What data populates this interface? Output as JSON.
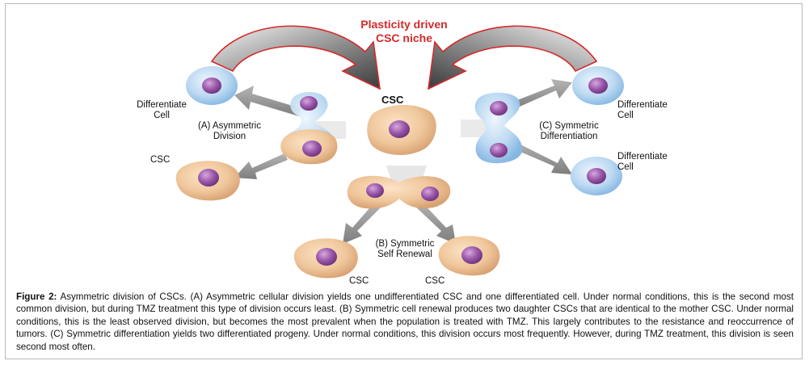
{
  "title_line1": "Plasticity driven",
  "title_line2": "CSC niche",
  "center_label": "CSC",
  "left": {
    "top_label_1": "Differentiate",
    "top_label_2": "Cell",
    "division_1": "(A) Asymmetric",
    "division_2": "Division",
    "bottom_label": "CSC"
  },
  "right": {
    "top_label_1": "Differentiate",
    "top_label_2": "Cell",
    "division_1": "(C) Symmetric",
    "division_2": "Differentiation",
    "bottom_label_1": "Differentiate",
    "bottom_label_2": "Cell"
  },
  "bottom": {
    "division_1": "(B) Symmetric",
    "division_2": "Self Renewal",
    "left_label": "CSC",
    "right_label": "CSC"
  },
  "caption": {
    "figure_label": "Figure 2:",
    "text": " Asymmetric division of CSCs. (A) Asymmetric cellular division yields one undifferentiated CSC and one differentiated cell. Under normal conditions, this is the second most common division, but during TMZ treatment this type of division occurs least. (B) Symmetric cell renewal produces two daughter CSCs that are identical to the mother CSC. Under normal conditions, this is the least observed division, but becomes the most prevalent when the population is treated with TMZ. This largely contributes to the resistance and reoccurrence of tumors. (C) Symmetric differentiation yields two differentiated progeny. Under normal conditions, this division occurs most frequently. However, during TMZ treatment, this division is seen second most often."
  },
  "colors": {
    "title_red": "#d42a2a",
    "csc_fill": "#f0c79c",
    "diff_fill": "#bcd9f2",
    "nucleus": "#9a57a8",
    "arrow_gray": "#8c8c8c"
  }
}
